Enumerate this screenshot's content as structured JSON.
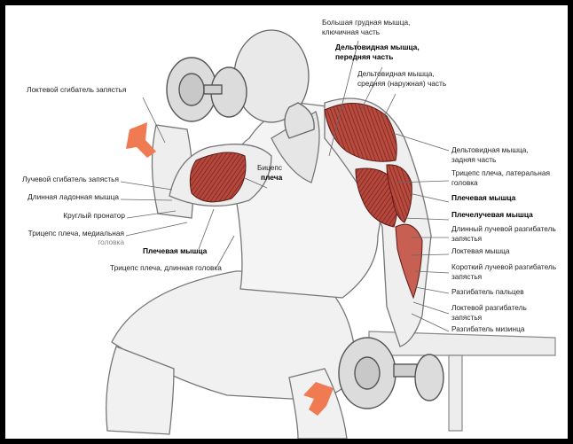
{
  "diagram": {
    "labels_left": [
      {
        "id": "flexor_carpi_ulnaris",
        "text": "Локтевой сгибатель запястья"
      },
      {
        "id": "flexor_carpi_radialis",
        "text": "Лучевой сгибатель запястья"
      },
      {
        "id": "palmaris_longus",
        "text": "Длинная ладонная мышца"
      },
      {
        "id": "pronator_teres",
        "text": "Круглый пронатор"
      },
      {
        "id": "triceps_medial_1",
        "text": "Трицепс плеча, медиальная"
      },
      {
        "id": "triceps_medial_2",
        "text": "головка"
      },
      {
        "id": "brachialis_left",
        "text": "Плечевая мышца"
      },
      {
        "id": "triceps_long",
        "text": "Трицепс плеча, длинная головка"
      }
    ],
    "labels_center": [
      {
        "id": "biceps_1",
        "text": "Бицепс"
      },
      {
        "id": "biceps_2",
        "text": "плеча"
      }
    ],
    "labels_top": [
      {
        "id": "pectoralis",
        "text": "Большая грудная мышца,\nключичная  часть"
      },
      {
        "id": "deltoid_front",
        "text": "Дельтовидная мышца,\nпередняя часть"
      },
      {
        "id": "deltoid_mid",
        "text": "Дельтовидная  мышца,\nсредняя (наружная) часть"
      }
    ],
    "labels_right": [
      {
        "id": "deltoid_rear",
        "text": "Дельтовидная мышца,\nзадняя часть"
      },
      {
        "id": "triceps_lateral",
        "text": "Трицепс плеча, латеральная\nголовка"
      },
      {
        "id": "brachialis_right",
        "text": "Плечевая мышца"
      },
      {
        "id": "brachioradialis",
        "text": "Плечелучевая мышца"
      },
      {
        "id": "ecrl",
        "text": "Длинный лучевой разгибатель\nзапястья"
      },
      {
        "id": "anconeus",
        "text": "Локтевая мышца"
      },
      {
        "id": "ecrb",
        "text": "Короткий лучевой разгибатель\nзапястья"
      },
      {
        "id": "ext_digitorum",
        "text": "Разгибатель пальцев"
      },
      {
        "id": "ecu",
        "text": "Локтевой разгибатель\nзапястья"
      },
      {
        "id": "ext_digiti_minimi",
        "text": "Разгибатель мизинца"
      }
    ]
  },
  "colors": {
    "frame": "#000000",
    "background": "#ffffff",
    "muscle": "#b5473c",
    "arrow": "#f07a52",
    "sketch": "#7a7a7a"
  }
}
